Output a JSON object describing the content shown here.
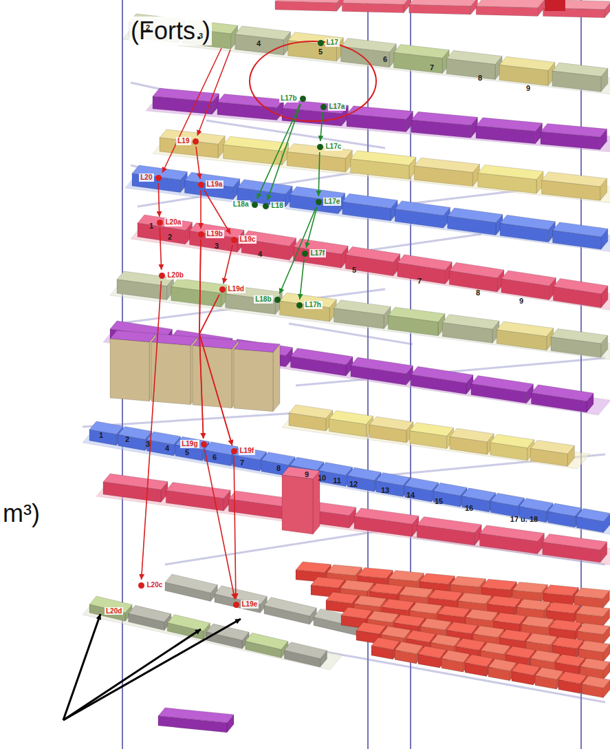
{
  "diagram": {
    "nodes": [
      {
        "text": [
          "L17"
        ]
      },
      {
        "text": [
          "L17b"
        ]
      },
      {
        "text": [
          "L17a"
        ]
      },
      {
        "text": [
          "L19"
        ]
      },
      {
        "text": [
          "L17c"
        ]
      },
      {
        "text": [
          "L20"
        ]
      },
      {
        "text": [
          "L19a"
        ]
      },
      {
        "text": [
          "L18a"
        ]
      },
      {
        "text": [
          "L18"
        ]
      },
      {
        "text": [
          "L17e"
        ]
      },
      {
        "text": [
          "L20a"
        ]
      },
      {
        "text": [
          "L19b"
        ]
      },
      {
        "text": [
          "L19c"
        ]
      },
      {
        "text": [
          "L17f"
        ]
      },
      {
        "text": [
          "L20b"
        ]
      },
      {
        "text": [
          "L19d"
        ]
      },
      {
        "text": [
          "L18b"
        ]
      },
      {
        "text": [
          "L17h"
        ]
      },
      {
        "text": [
          "L19g"
        ]
      },
      {
        "text": [
          "L19f"
        ]
      },
      {
        "text": [
          "L20c"
        ]
      },
      {
        "text": [
          "L19e"
        ]
      }
    ],
    "edges": [
      {
        "from": 1,
        "to": 7,
        "arrow": "to"
      },
      {
        "from": 1,
        "to": 8,
        "arrow": "to"
      },
      {
        "from": 2,
        "to": 4,
        "arrow": "to"
      },
      {
        "from": 4,
        "to": 9,
        "arrow": "to"
      },
      {
        "from": 9,
        "to": 13,
        "arrow": "to"
      },
      {
        "from": 9,
        "to": 16,
        "arrow": "to"
      },
      {
        "from": 13,
        "to": 17,
        "arrow": "to"
      },
      {
        "from": 3,
        "to": 6,
        "arrow": "to"
      },
      {
        "from": 5,
        "to": 10,
        "arrow": "to"
      },
      {
        "from": 6,
        "to": 11,
        "arrow": "to"
      },
      {
        "from": 6,
        "to": 12,
        "arrow": "to"
      },
      {
        "from": 10,
        "to": 14,
        "arrow": "to"
      },
      {
        "from": 11,
        "to": 18,
        "arrow": "to"
      },
      {
        "from": 11,
        "to": 19,
        "arrow": "to"
      },
      {
        "from": 12,
        "to": 15,
        "arrow": "to"
      },
      {
        "from": 15,
        "to": 18,
        "arrow": "to"
      },
      {
        "from": 15,
        "to": 19,
        "arrow": "to"
      },
      {
        "from": 14,
        "to": 20,
        "arrow": "to"
      },
      {
        "from": 18,
        "to": 21,
        "arrow": "to"
      },
      {
        "from": 19,
        "to": 21,
        "arrow": "to"
      }
    ],
    "labels": [
      "(Forts.)",
      "m³)",
      "2",
      "3",
      "4",
      "5",
      "6",
      "7",
      "8",
      "9",
      "1",
      "2",
      "3",
      "4",
      "5",
      "7",
      "8",
      "9",
      "1",
      "2",
      "3",
      "4",
      "5",
      "6",
      "7",
      "8",
      "9",
      "10",
      "11",
      "12",
      "13",
      "14",
      "15",
      "16",
      "17 u. 18",
      "L20d"
    ]
  }
}
